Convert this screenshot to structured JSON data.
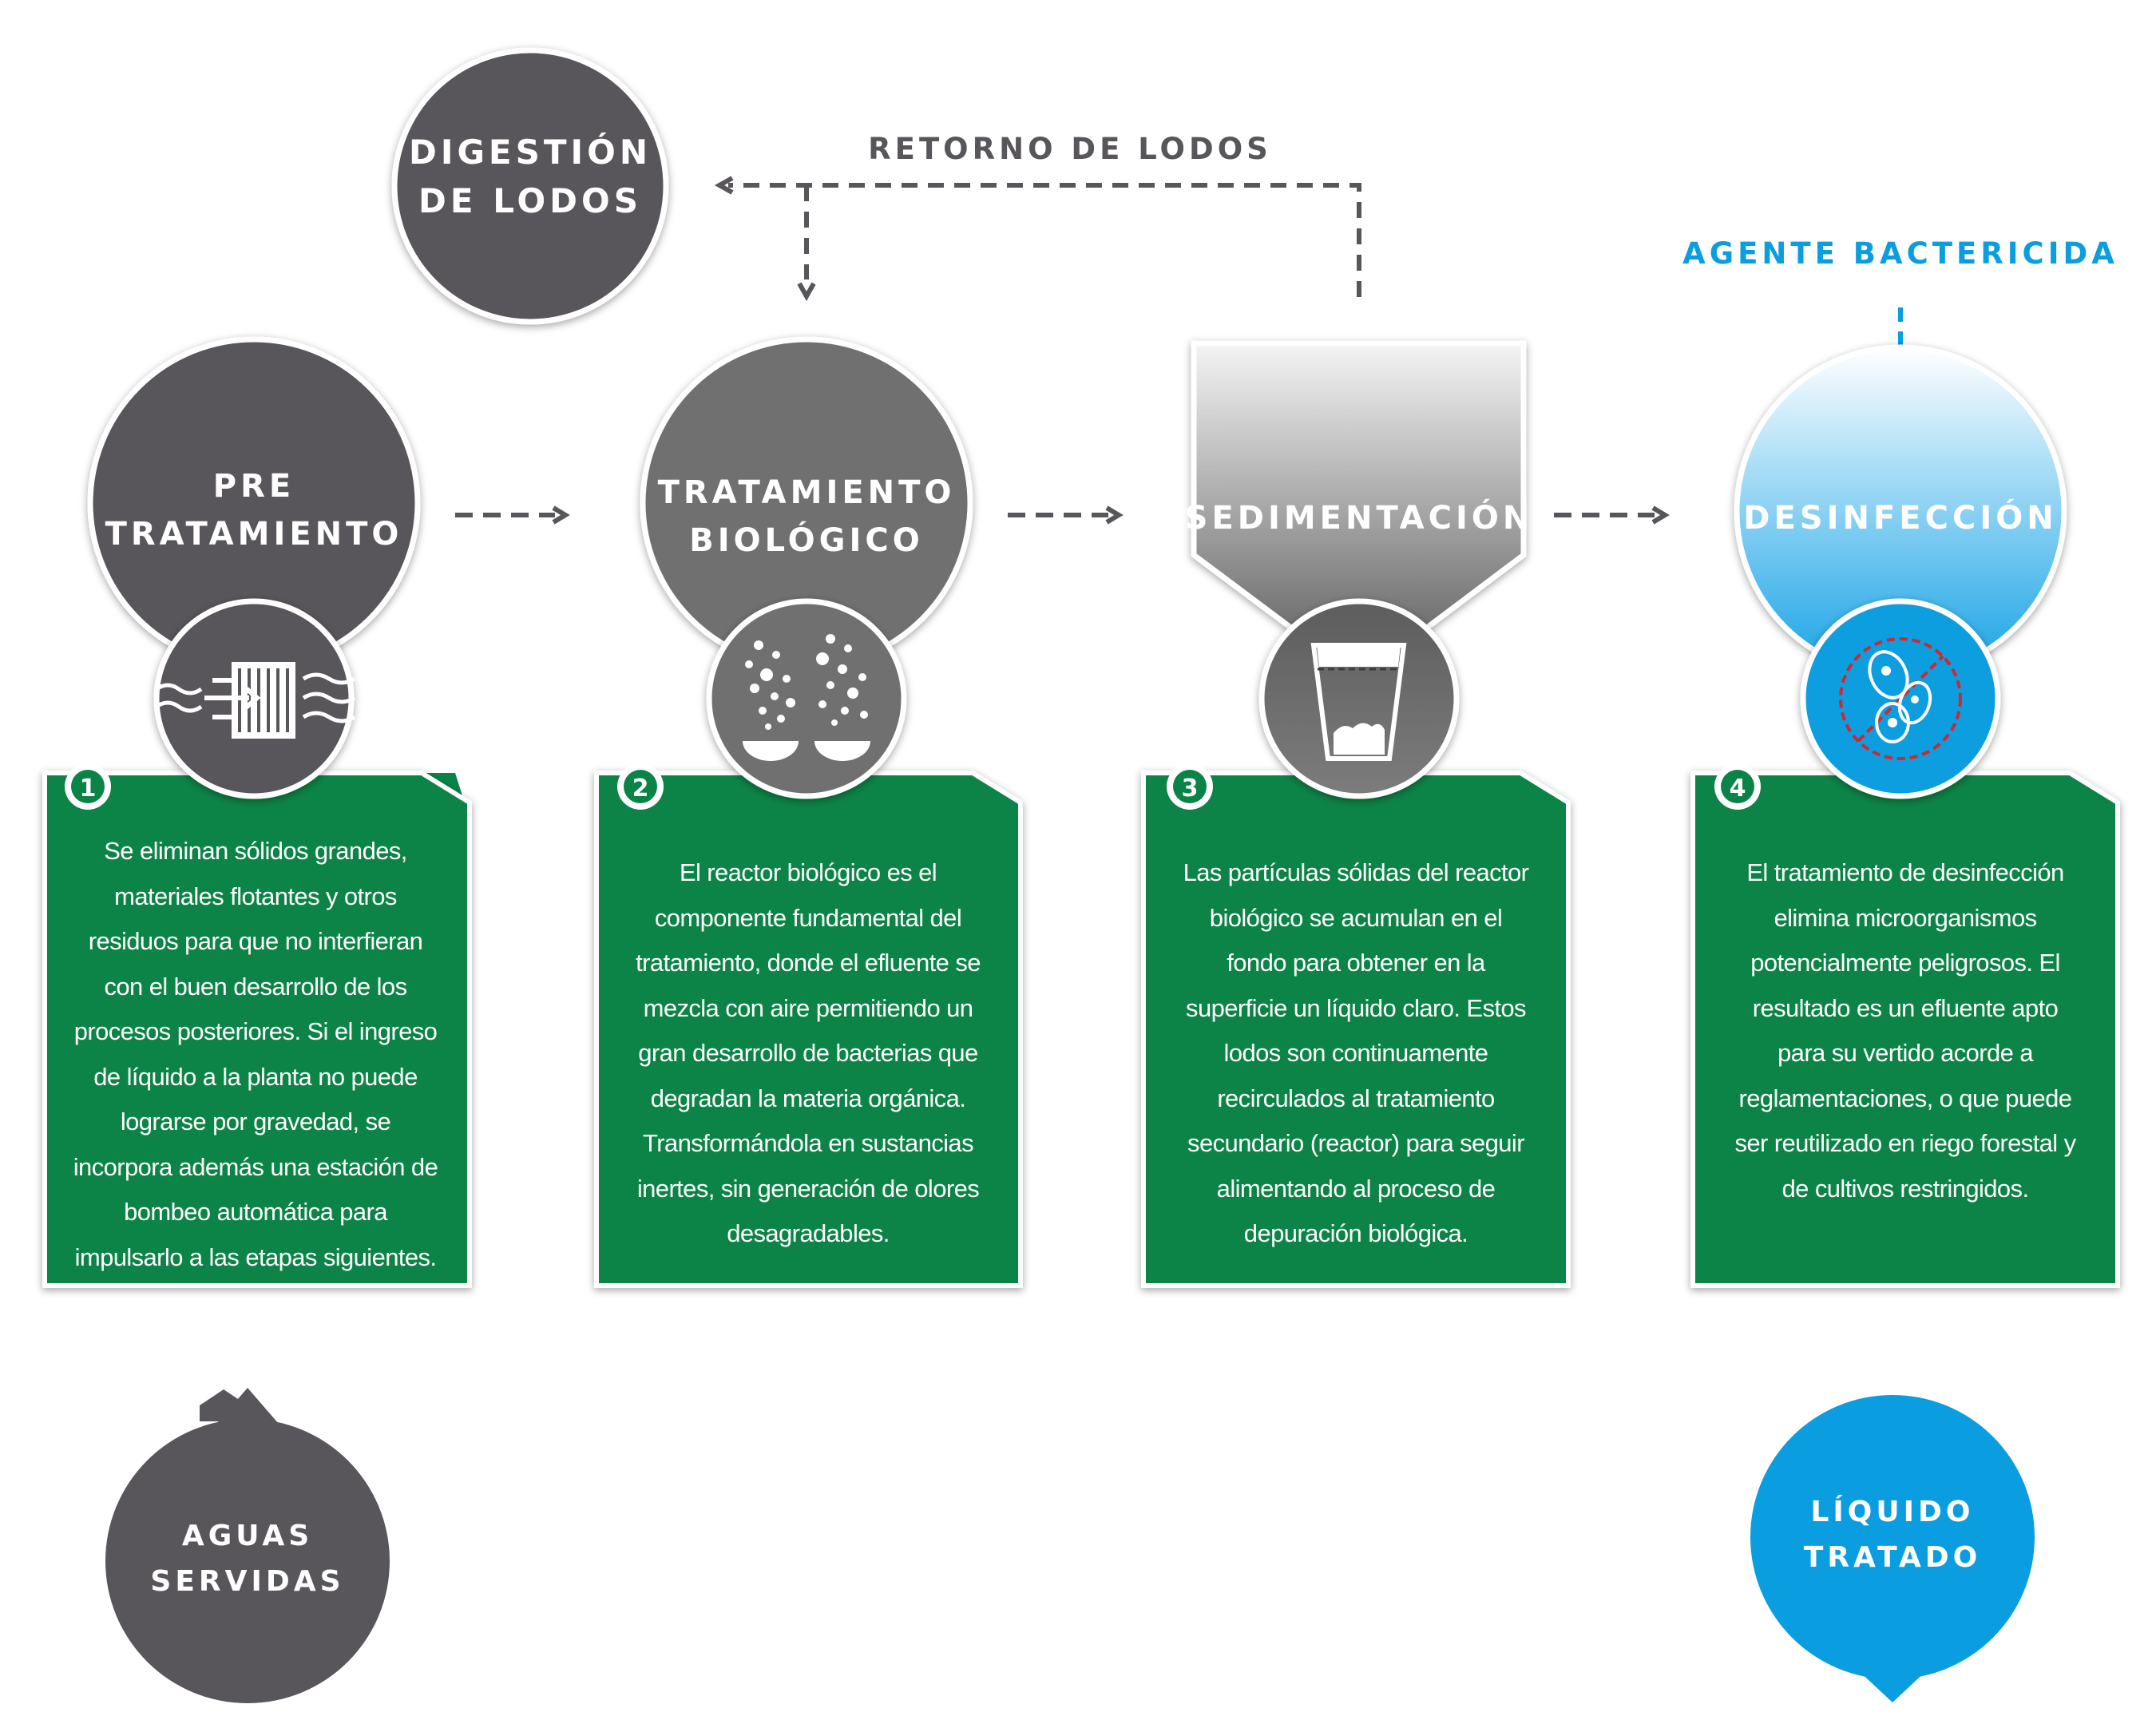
{
  "top": {
    "digestion": [
      "DIGESTIÓN",
      "DE LODOS"
    ],
    "retorno": "RETORNO DE LODOS",
    "agente": "AGENTE BACTERICIDA"
  },
  "steps": [
    {
      "number": "1",
      "title": [
        "PRE",
        "TRATAMIENTO"
      ],
      "icon": "screen-filter-icon",
      "lines": [
        "Se eliminan sólidos grandes,",
        "materiales flotantes y otros",
        "residuos para que no interfieran",
        "con el buen desarrollo de los",
        "procesos posteriores. Si el ingreso",
        "de líquido a la planta no puede",
        "lograrse por gravedad, se",
        "incorpora además una estación de",
        "bombeo automática para",
        "impulsarlo a las etapas siguientes."
      ]
    },
    {
      "number": "2",
      "title": [
        "TRATAMIENTO",
        "BIOLÓGICO"
      ],
      "icon": "bubbles-icon",
      "lines": [
        "El reactor biológico es el",
        "componente fundamental del",
        "tratamiento, donde el efluente se",
        "mezcla con aire permitiendo un",
        "gran desarrollo de bacterias que",
        "degradan la materia orgánica.",
        "Transformándola en sustancias",
        "inertes, sin generación de olores",
        "desagradables."
      ]
    },
    {
      "number": "3",
      "title": [
        "SEDIMENTACIÓN"
      ],
      "icon": "settling-glass-icon",
      "lines": [
        "Las partículas sólidas del reactor",
        "biológico se acumulan en el",
        "fondo para obtener en la",
        "superficie un líquido claro. Estos",
        "lodos son continuamente",
        "recirculados al tratamiento",
        "secundario (reactor) para seguir",
        "alimentando al proceso de",
        "depuración biológica."
      ]
    },
    {
      "number": "4",
      "title": [
        "DESINFECCIÓN"
      ],
      "icon": "no-bacteria-icon",
      "lines": [
        "El tratamiento de desinfección",
        "elimina microorganismos",
        "potencialmente peligrosos. El",
        "resultado es un efluente apto",
        "para su vertido acorde a",
        "reglamentaciones, o que puede",
        "ser reutilizado en riego forestal y",
        "de cultivos restringidos."
      ]
    }
  ],
  "input": [
    "AGUAS",
    "SERVIDAS"
  ],
  "output": [
    "LÍQUIDO",
    "TRATADO"
  ],
  "colors": {
    "dark_gray": "#58565a",
    "mid_gray": "#6f6f6f",
    "green": "#0a8446",
    "blue": "#0a9ee0"
  }
}
